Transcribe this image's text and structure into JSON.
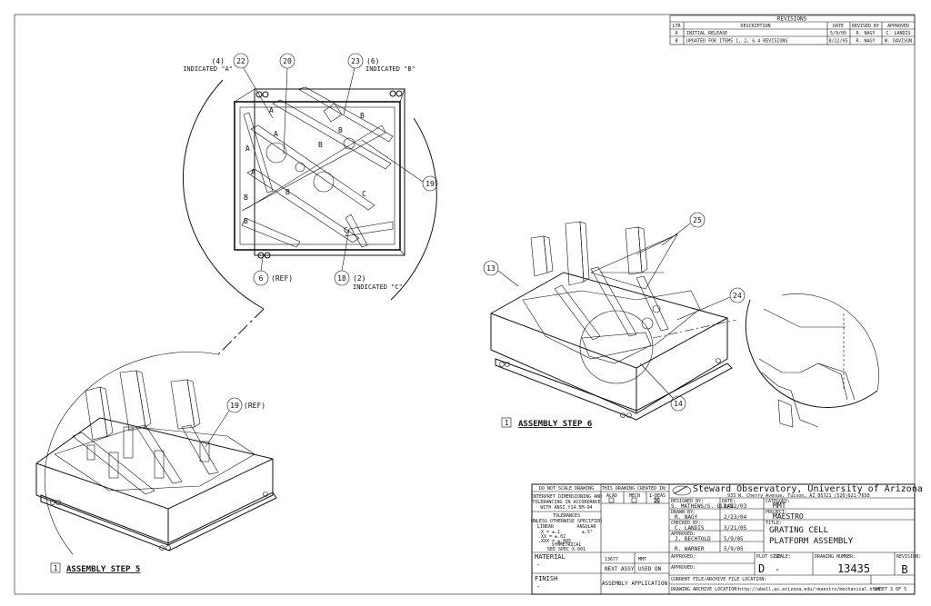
{
  "revisions": {
    "title": "REVISIONS",
    "headers": [
      "LTR",
      "DESCRIPTION",
      "DATE",
      "REVISED BY",
      "APPROVED"
    ],
    "rows": [
      [
        "A",
        "INITIAL RELEASE",
        "5/9/05",
        "R. NAGY",
        "C. LANDIS"
      ],
      [
        "B",
        "UPDATED FOR ITEMS 1, 2, & 4 REVISIONS",
        "8/22/05",
        "R. NAGY",
        "W. DAVISON"
      ]
    ]
  },
  "callouts": {
    "c22": "22",
    "c20": "20",
    "c23": "23",
    "c19": "19",
    "c6": "6",
    "c18": "18",
    "c13": "13",
    "c25": "25",
    "c24": "24",
    "c14": "14",
    "c19b": "19",
    "note_a_qty": "(4)",
    "note_a": "INDICATED \"A\"",
    "note_b_qty": "(6)",
    "note_b": "INDICATED \"B\"",
    "note_c_qty": "(2)",
    "note_c": "INDICATED \"C\"",
    "ref": "(REF)",
    "ref19": "(REF)",
    "letters": [
      "A",
      "A",
      "A",
      "A",
      "B",
      "B",
      "B",
      "B",
      "B",
      "B",
      "C",
      "C"
    ]
  },
  "steps": {
    "step6_num": "1",
    "step6": "ASSEMBLY STEP 6",
    "step5_num": "1",
    "step5": "ASSEMBLY STEP 5"
  },
  "title_block": {
    "do_not_scale": "DO NOT SCALE DRAWING",
    "interpret_1": "INTERPRET DIMENSIONING AND",
    "interpret_2": "TOLERANCING IN ACCORDANCE",
    "interpret_3": "WITH ANSI Y14.5M-94",
    "tolerances": "TOLERANCES",
    "unless": "UNLESS OTHERWISE SPECIFIED",
    "linear": "LINEAR",
    "angular": "ANGULAR",
    "tol_rows": [
      ".X = ±.1",
      ".XX = ±.02",
      ".XXX = ±.005"
    ],
    "ang_val": "±.5°",
    "symmetrical": "SYMMETRICAL",
    "see_spec": "SEE SPEC X-001",
    "material_label": "MATERIAL",
    "material_val": "-",
    "finish_label": "FINISH",
    "finish_val": "-",
    "created_in": "THIS DRAWING CREATED IN:",
    "sw_opts": [
      "ACAD",
      "MECH",
      "I-DEAS"
    ],
    "next_assy_val": "13677",
    "used_on_val": "MMT",
    "next_assy": "NEXT ASSY",
    "used_on": "USED ON",
    "application": "ASSEMBLY APPLICATION",
    "designed_by_label": "DESIGNED BY:",
    "designed_by": "S. MATHEWS/S. OLIAN",
    "date_label": "DATE:",
    "designed_date": "8/22/03",
    "drawn_by_label": "DRAWN BY:",
    "drawn_by": "R. NAGY",
    "drawn_date": "2/23/04",
    "checked_label": "CHECKED BY:",
    "checked_by": "C. LANDIS",
    "checked_date": "3/21/05",
    "approved_label": "APPROVED:",
    "approved_1": "J. BECHTOLD",
    "approved_1_date": "5/9/05",
    "approved_2": "R. WARNER",
    "approved_2_date": "5/9/05",
    "approved_3_label": "APPROVED:",
    "org": "Steward Observatory, University of Arizona",
    "address": "933 N. Cherry Avenue, Tucson, AZ  85721  (520)621-7650",
    "category_label": "CATEGORY:",
    "category": "MMT",
    "project_label": "PROJECT:",
    "project": "MAESTRO",
    "title_label": "TITLE:",
    "title_1": "GRATING CELL",
    "title_2": "PLATFORM ASSEMBLY",
    "plot_size_label": "PLOT SIZE",
    "scale_label": "SCALE:",
    "plot_size": "D",
    "scale": "-",
    "drawing_no_label": "DRAWING NUMBER:",
    "drawing_no": "13435",
    "revision_label": "REVISION:",
    "revision": "B",
    "current_file_label": "CURRENT FILE/ARCHIVE FILE LOCATION:",
    "archive_label": "DRAWING ARCHIVE LOCATION:",
    "archive_path": "http://abell.as.arizona.edu/~maestro/mechanical.html",
    "sheet": "SHEET 3 OF 5"
  },
  "colors": {
    "ink": "#111111",
    "paper": "#ffffff"
  }
}
